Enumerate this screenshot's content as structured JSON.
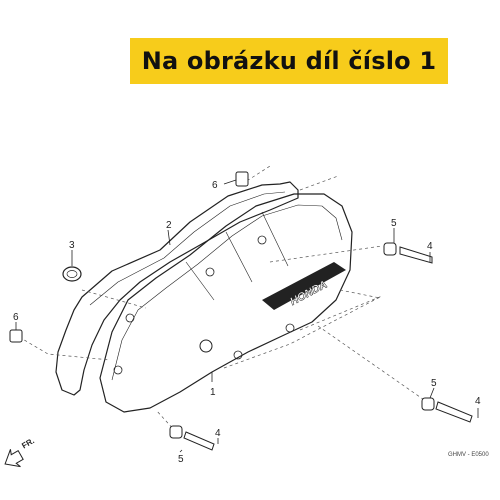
{
  "banner": {
    "text": "Na obrázku díl číslo 1",
    "color": "#f7cc1b"
  },
  "callouts": {
    "c1": "1",
    "c2": "2",
    "c3": "3",
    "c4a": "4",
    "c4b": "4",
    "c4c": "4",
    "c5a": "5",
    "c5b": "5",
    "c5c": "5",
    "c6a": "6",
    "c6b": "6"
  },
  "cover_brand": "HONDA",
  "direction_label": "FR.",
  "diagram_code": "GHMV - E0500",
  "icons": {
    "direction": "arrow-icon"
  }
}
